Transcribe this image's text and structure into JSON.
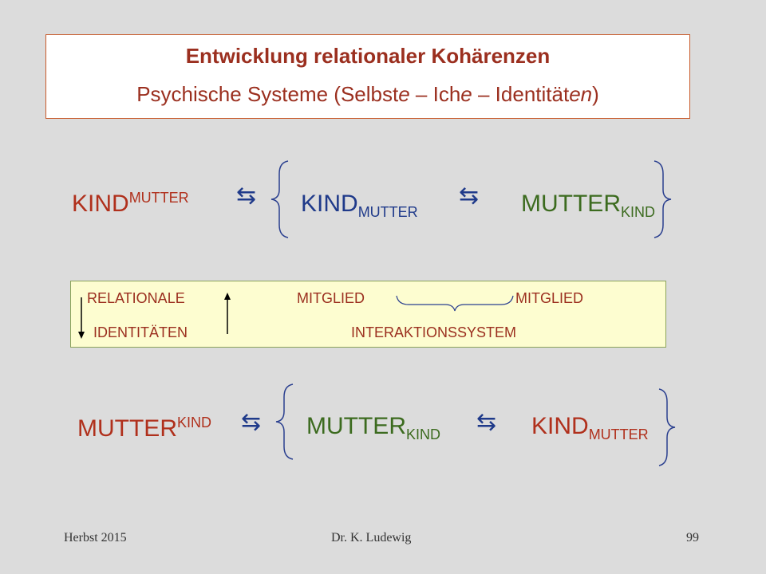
{
  "title": {
    "line1": "Entwicklung relationaler Kohärenzen",
    "line2_part1": "Psychische Systeme (Selbst",
    "line2_e1": "e",
    "line2_part2": " – Ich",
    "line2_e2": "e",
    "line2_part3": " – Identität",
    "line2_en": "en",
    "line2_close": ")"
  },
  "row1": {
    "left": {
      "base": "KIND",
      "sup": "MUTTER"
    },
    "arrow1": "⇆",
    "middle": {
      "base": "KIND",
      "sub": "MUTTER"
    },
    "arrow2": "⇆",
    "right": {
      "base": "MUTTER",
      "sub": "KIND"
    }
  },
  "relation_box": {
    "relationale": "RELATIONALE",
    "identitaeten": "IDENTITÄTEN",
    "mitglied_left": "MITGLIED",
    "mitglied_right": "MITGLIED",
    "interaktionssystem": "INTERAKTIONSSYSTEM"
  },
  "row2": {
    "left": {
      "base": "MUTTER",
      "sup": "KIND"
    },
    "arrow1": "⇆",
    "middle": {
      "base": "MUTTER",
      "sub": "KIND"
    },
    "arrow2": "⇆",
    "right": {
      "base": "KIND",
      "sub": "MUTTER"
    }
  },
  "footer": {
    "season": "Herbst 2015",
    "author": "Dr. K. Ludewig",
    "page": "99"
  },
  "colors": {
    "background": "#dcdcdc",
    "title_red": "#9b2f1f",
    "term_red": "#b0301c",
    "arrow_blue": "#1f3a8a",
    "term_green": "#3c6b1f",
    "box_fill": "#fdfdd0"
  }
}
